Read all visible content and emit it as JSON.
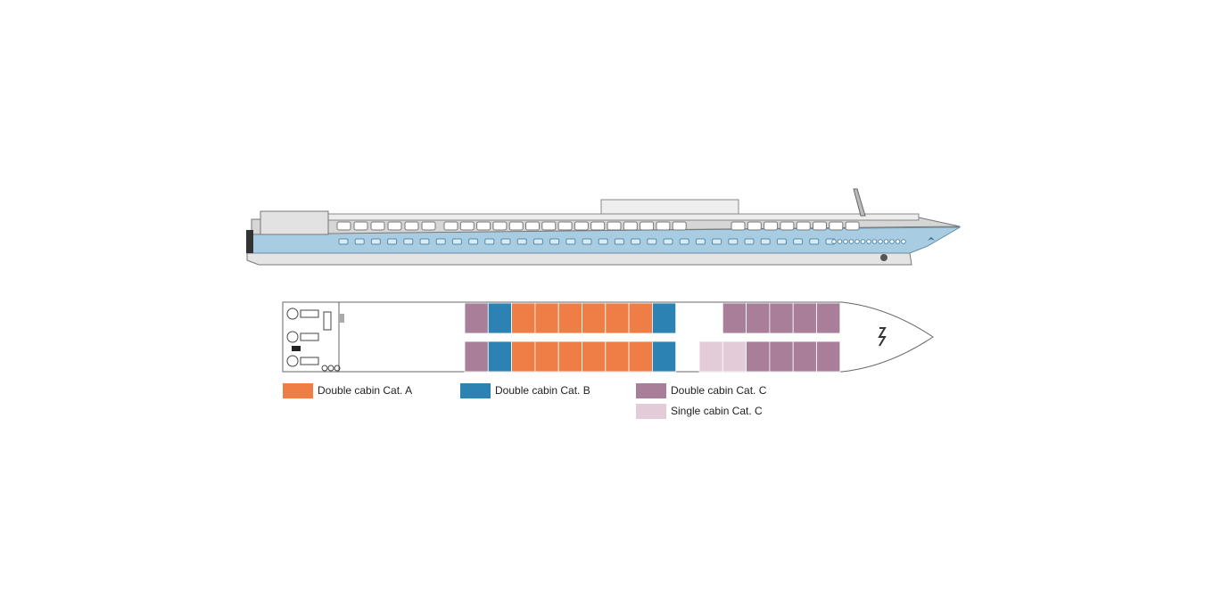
{
  "colors": {
    "cat_a": "#ef7e46",
    "cat_b": "#2b82b3",
    "cat_c": "#a87e99",
    "single_c": "#e3ccd8",
    "hull_blue": "#a8cde3",
    "outline": "#666666"
  },
  "legend": [
    {
      "key": "cat_a",
      "label": "Double cabin Cat. A"
    },
    {
      "key": "cat_b",
      "label": "Double cabin Cat. B"
    },
    {
      "key": "cat_c",
      "label": "Double cabin Cat. C"
    },
    {
      "key": "single_c",
      "label": "Single cabin Cat. C"
    }
  ],
  "deck_plan": {
    "top_row": [
      "cat_c",
      "cat_b",
      "cat_a",
      "cat_a",
      "cat_a",
      "cat_a",
      "cat_a",
      "cat_a",
      "cat_b",
      "empty",
      "empty",
      "cat_c",
      "cat_c",
      "cat_c",
      "cat_c",
      "cat_c"
    ],
    "bottom_row": [
      "cat_c",
      "cat_b",
      "cat_a",
      "cat_a",
      "cat_a",
      "cat_a",
      "cat_a",
      "cat_a",
      "cat_b",
      "empty",
      "single_c",
      "single_c",
      "cat_c",
      "cat_c",
      "cat_c",
      "cat_c"
    ]
  }
}
